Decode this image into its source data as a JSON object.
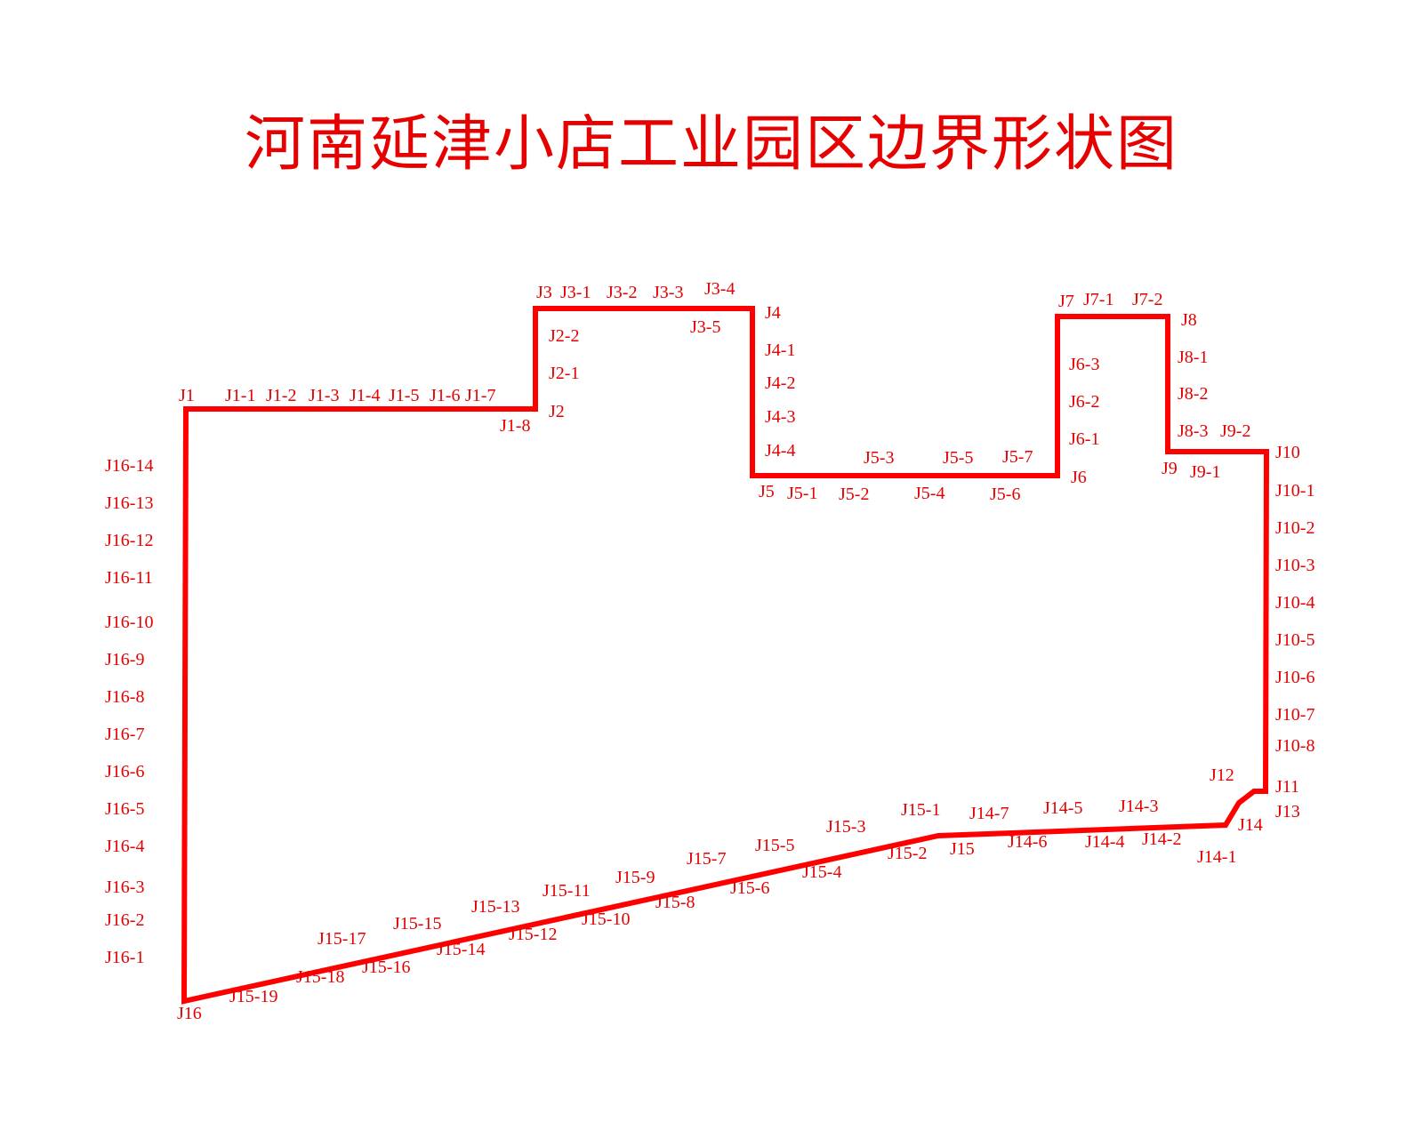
{
  "title": "河南延津小店工业园区边界形状图",
  "colors": {
    "boundary": "#ff0000",
    "text": "#e60000"
  },
  "labels": {
    "J1": "J1",
    "J1_1": "J1-1",
    "J1_2": "J1-2",
    "J1_3": "J1-3",
    "J1_4": "J1-4",
    "J1_5": "J1-5",
    "J1_6": "J1-6",
    "J1_7": "J1-7",
    "J1_8": "J1-8",
    "J2": "J2",
    "J2_1": "J2-1",
    "J2_2": "J2-2",
    "J3": "J3",
    "J3_1": "J3-1",
    "J3_2": "J3-2",
    "J3_3": "J3-3",
    "J3_4": "J3-4",
    "J3_5": "J3-5",
    "J4": "J4",
    "J4_1": "J4-1",
    "J4_2": "J4-2",
    "J4_3": "J4-3",
    "J4_4": "J4-4",
    "J5": "J5",
    "J5_1": "J5-1",
    "J5_2": "J5-2",
    "J5_3": "J5-3",
    "J5_4": "J5-4",
    "J5_5": "J5-5",
    "J5_6": "J5-6",
    "J5_7": "J5-7",
    "J6": "J6",
    "J6_1": "J6-1",
    "J6_2": "J6-2",
    "J6_3": "J6-3",
    "J7": "J7",
    "J7_1": "J7-1",
    "J7_2": "J7-2",
    "J8": "J8",
    "J8_1": "J8-1",
    "J8_2": "J8-2",
    "J8_3": "J8-3",
    "J9": "J9",
    "J9_1": "J9-1",
    "J9_2": "J9-2",
    "J10": "J10",
    "J10_1": "J10-1",
    "J10_2": "J10-2",
    "J10_3": "J10-3",
    "J10_4": "J10-4",
    "J10_5": "J10-5",
    "J10_6": "J10-6",
    "J10_7": "J10-7",
    "J10_8": "J10-8",
    "J11": "J11",
    "J12": "J12",
    "J13": "J13",
    "J14": "J14",
    "J14_1": "J14-1",
    "J14_2": "J14-2",
    "J14_3": "J14-3",
    "J14_4": "J14-4",
    "J14_5": "J14-5",
    "J14_6": "J14-6",
    "J14_7": "J14-7",
    "J15": "J15",
    "J15_1": "J15-1",
    "J15_2": "J15-2",
    "J15_3": "J15-3",
    "J15_4": "J15-4",
    "J15_5": "J15-5",
    "J15_6": "J15-6",
    "J15_7": "J15-7",
    "J15_8": "J15-8",
    "J15_9": "J15-9",
    "J15_10": "J15-10",
    "J15_11": "J15-11",
    "J15_12": "J15-12",
    "J15_13": "J15-13",
    "J15_14": "J15-14",
    "J15_15": "J15-15",
    "J15_16": "J15-16",
    "J15_17": "J15-17",
    "J15_18": "J15-18",
    "J15_19": "J15-19",
    "J16": "J16",
    "J16_1": "J16-1",
    "J16_2": "J16-2",
    "J16_3": "J16-3",
    "J16_4": "J16-4",
    "J16_5": "J16-5",
    "J16_6": "J16-6",
    "J16_7": "J16-7",
    "J16_8": "J16-8",
    "J16_9": "J16-9",
    "J16_10": "J16-10",
    "J16_11": "J16-11",
    "J16_12": "J16-12",
    "J16_13": "J16-13",
    "J16_14": "J16-14"
  }
}
